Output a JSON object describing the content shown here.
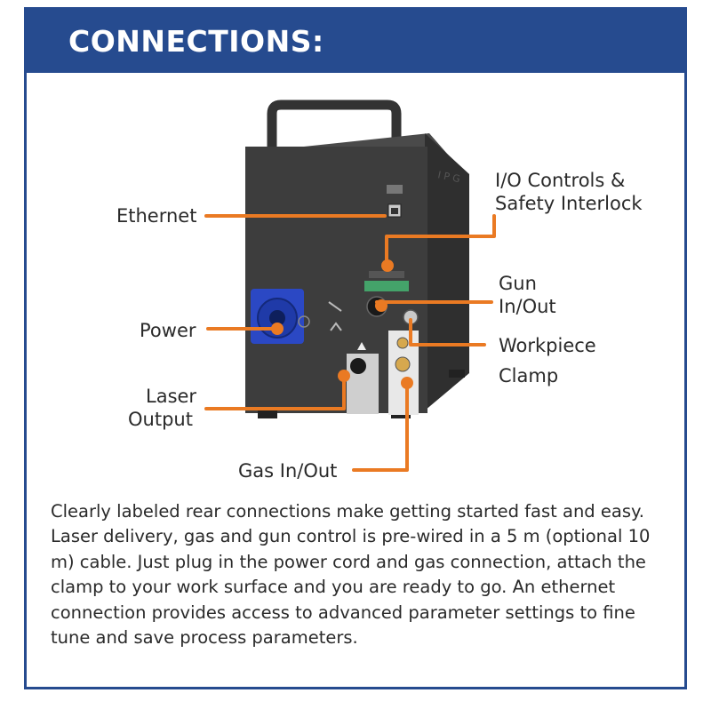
{
  "header": {
    "title": "CONNECTIONS:"
  },
  "labels": {
    "ethernet": "Ethernet",
    "io_line1": "I/O Controls &",
    "io_line2": "Safety Interlock",
    "gun_line1": "Gun",
    "gun_line2": "In/Out",
    "power": "Power",
    "clamp_line1": "Workpiece",
    "clamp_line2": "Clamp",
    "laser_line1": "Laser",
    "laser_line2": "Output",
    "gas": "Gas In/Out"
  },
  "description": "Clearly labeled rear connections make getting started fast and easy. Laser delivery, gas and gun control is pre-wired in a 5 m (optional 10 m) cable. Just plug in the power cord and gas connection, attach the clamp to your work surface and you are ready to go. An ethernet connection provides access to advanced parameter settings to fine tune and save process parameters.",
  "colors": {
    "header_bg": "#264b8f",
    "callout": "#ea7a23",
    "unit_body": "#3a3a3a",
    "power_socket": "#2b48c4"
  }
}
